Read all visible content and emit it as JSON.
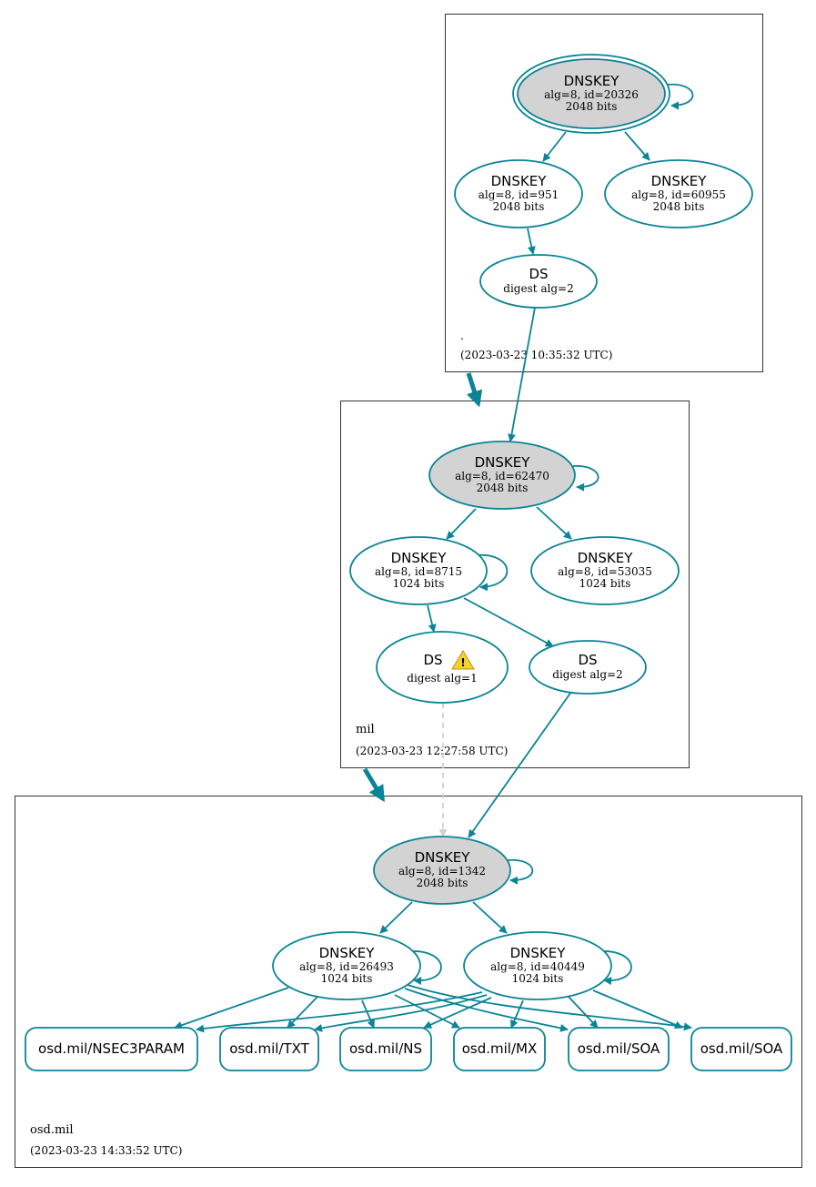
{
  "colors": {
    "edge": "#0a8496",
    "node_stroke": "#0a8496",
    "node_fill_selected": "#d3d3d3",
    "node_fill": "#ffffff",
    "cluster_border": "#333333",
    "dashed_edge": "#d0d0d0",
    "warning_fill": "#f5d22b"
  },
  "zones": [
    {
      "name": ".",
      "timestamp": "(2023-03-23 10:35:32 UTC)"
    },
    {
      "name": "mil",
      "timestamp": "(2023-03-23 12:27:58 UTC)"
    },
    {
      "name": "osd.mil",
      "timestamp": "(2023-03-23 14:33:52 UTC)"
    }
  ],
  "nodes": {
    "root_ksk": {
      "title": "DNSKEY",
      "line1": "alg=8, id=20326",
      "line2": "2048 bits"
    },
    "root_zsk1": {
      "title": "DNSKEY",
      "line1": "alg=8, id=951",
      "line2": "2048 bits"
    },
    "root_zsk2": {
      "title": "DNSKEY",
      "line1": "alg=8, id=60955",
      "line2": "2048 bits"
    },
    "root_ds": {
      "title": "DS",
      "line1": "digest alg=2"
    },
    "mil_ksk": {
      "title": "DNSKEY",
      "line1": "alg=8, id=62470",
      "line2": "2048 bits"
    },
    "mil_zsk1": {
      "title": "DNSKEY",
      "line1": "alg=8, id=8715",
      "line2": "1024 bits"
    },
    "mil_zsk2": {
      "title": "DNSKEY",
      "line1": "alg=8, id=53035",
      "line2": "1024 bits"
    },
    "mil_ds1": {
      "title": "DS",
      "line1": "digest alg=1",
      "warning_icon": "warning-triangle-icon"
    },
    "mil_ds2": {
      "title": "DS",
      "line1": "digest alg=2"
    },
    "osd_ksk": {
      "title": "DNSKEY",
      "line1": "alg=8, id=1342",
      "line2": "2048 bits"
    },
    "osd_zsk1": {
      "title": "DNSKEY",
      "line1": "alg=8, id=26493",
      "line2": "1024 bits"
    },
    "osd_zsk2": {
      "title": "DNSKEY",
      "line1": "alg=8, id=40449",
      "line2": "1024 bits"
    }
  },
  "records": [
    "osd.mil/NSEC3PARAM",
    "osd.mil/TXT",
    "osd.mil/NS",
    "osd.mil/MX",
    "osd.mil/SOA",
    "osd.mil/SOA"
  ]
}
